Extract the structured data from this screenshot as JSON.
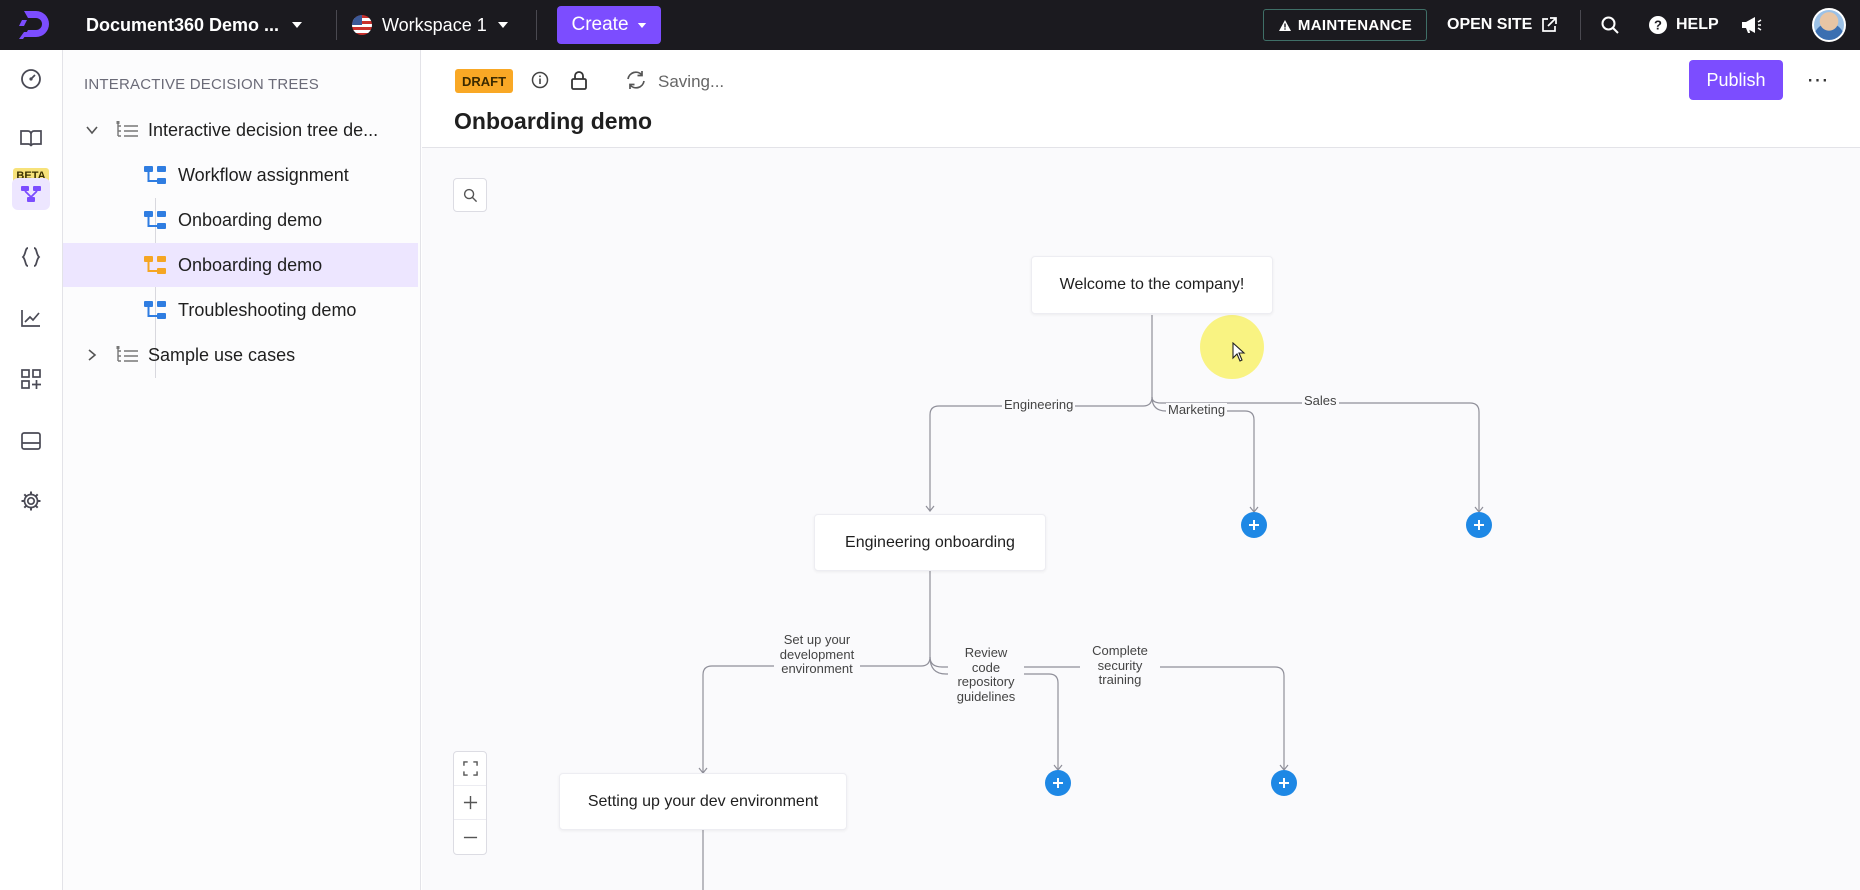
{
  "topbar": {
    "project_name": "Document360 Demo ...",
    "workspace": "Workspace 1",
    "create_label": "Create",
    "maintenance_label": "MAINTENANCE",
    "open_site_label": "OPEN SITE",
    "help_label": "HELP"
  },
  "rail": {
    "beta_label": "BETA"
  },
  "sidebar": {
    "header": "INTERACTIVE DECISION TREES",
    "folders": [
      {
        "label": "Interactive decision tree de...",
        "expanded": true
      },
      {
        "label": "Sample use cases",
        "expanded": false
      }
    ],
    "items": [
      {
        "label": "Workflow assignment"
      },
      {
        "label": "Onboarding demo"
      },
      {
        "label": "Onboarding demo",
        "selected": true
      },
      {
        "label": "Troubleshooting demo"
      }
    ]
  },
  "editor": {
    "status_badge": "DRAFT",
    "saving_text": "Saving...",
    "title": "Onboarding demo",
    "publish_label": "Publish"
  },
  "tree": {
    "nodes": {
      "root": "Welcome to the company!",
      "engineering": "Engineering onboarding",
      "dev_env": "Setting up your dev environment"
    },
    "edges": {
      "engineering": "Engineering",
      "marketing": "Marketing",
      "sales": "Sales",
      "setup": "Set up your development environment",
      "review": "Review code repository guidelines",
      "security": "Complete security training"
    }
  },
  "colors": {
    "accent": "#7c4dff",
    "topbar_bg": "#1b1a1f",
    "draft": "#f9a825",
    "add_node": "#1e88e5",
    "selected_row": "#ede6ff"
  }
}
